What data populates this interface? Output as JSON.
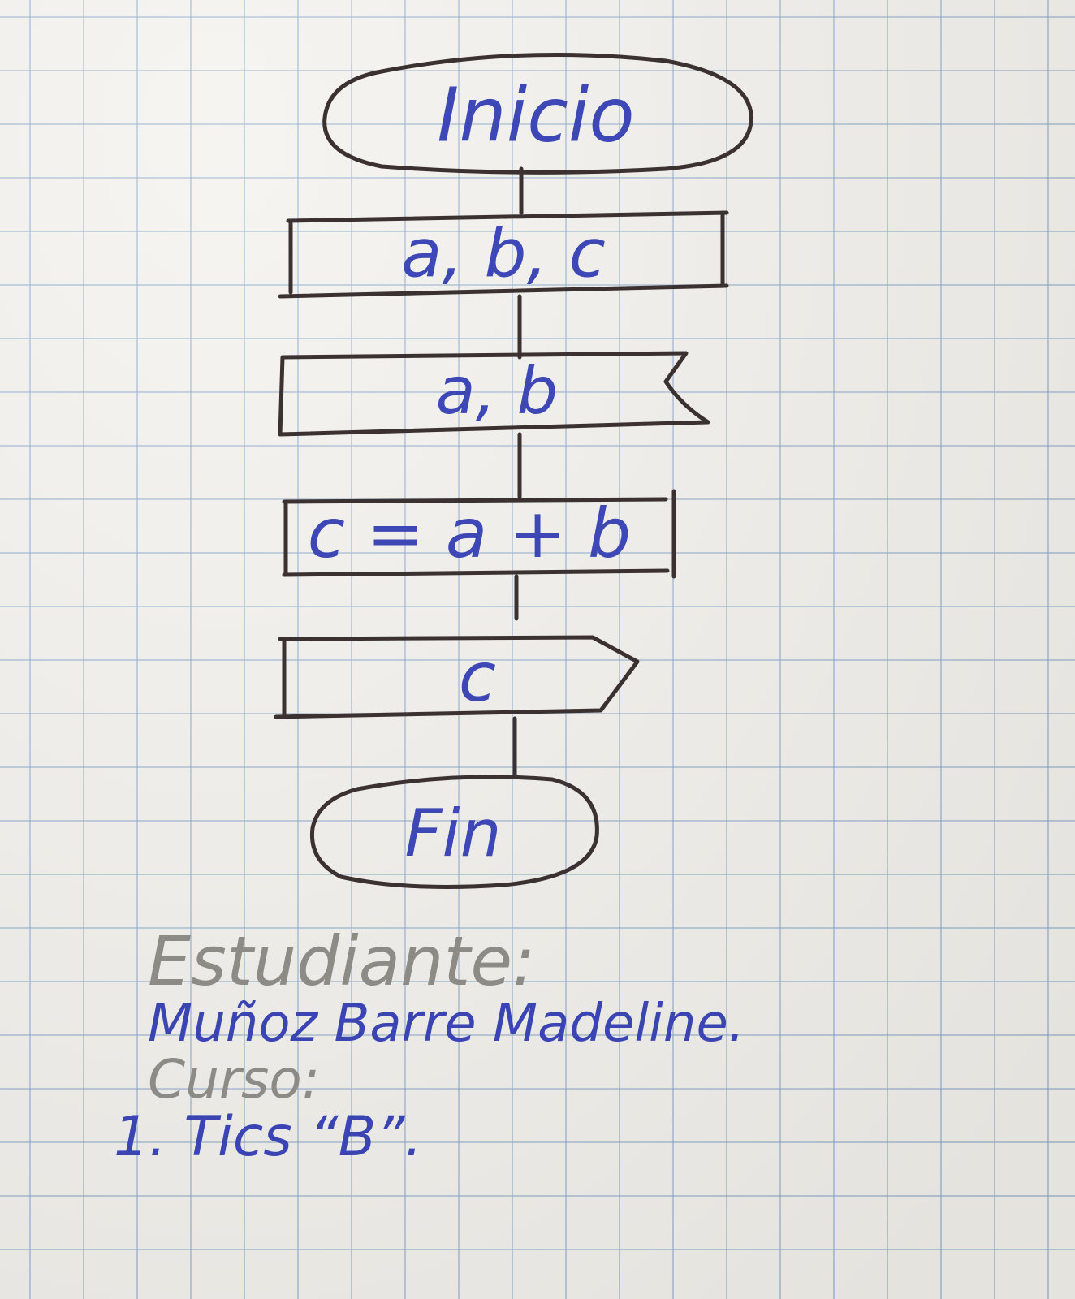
{
  "flowchart": {
    "start": "Inicio",
    "input": "a, b, c",
    "read": "a, b",
    "process": "c = a + b",
    "output": "c",
    "end": "Fin"
  },
  "notes": {
    "student_label": "Estudiante:",
    "student_name": "Muñoz Barre Madeline.",
    "course_label": "Curso:",
    "course_value": "1. Tics “B”."
  },
  "colors": {
    "ink_blue": "#3d47b5",
    "ink_black": "#3b3131",
    "pencil_gray": "#8c8b86",
    "grid_blue": "#87a5c8",
    "paper": "#f3f1ec"
  }
}
